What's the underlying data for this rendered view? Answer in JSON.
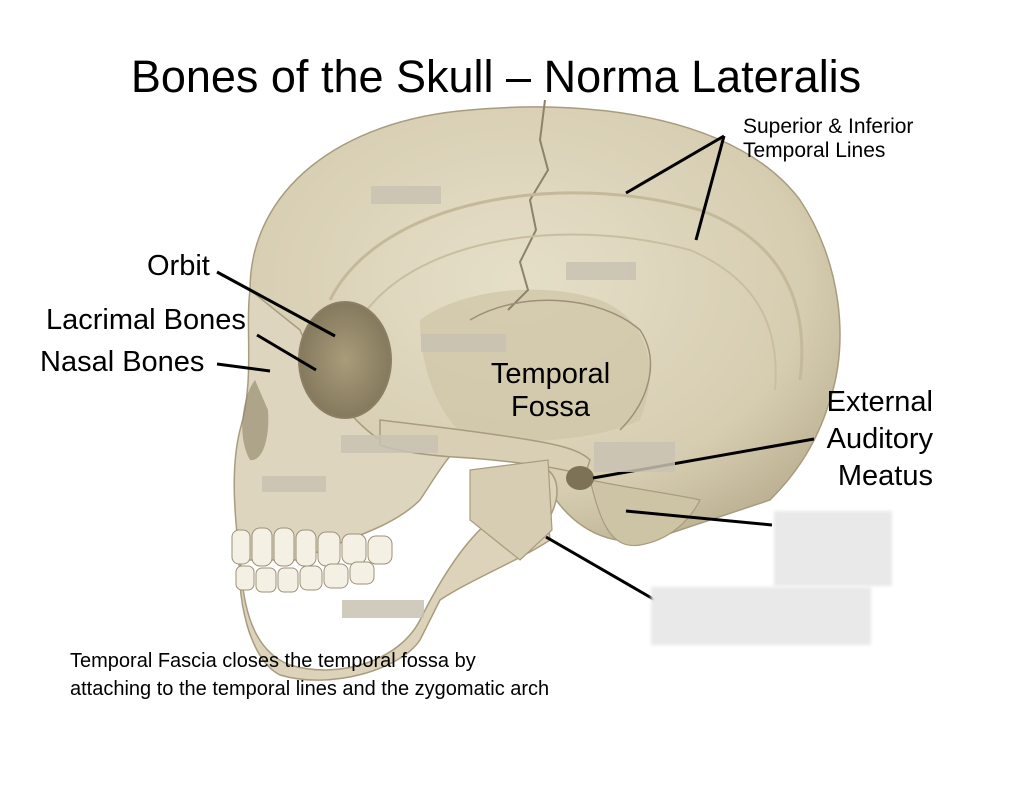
{
  "title": "Bones of the Skull – Norma Lateralis",
  "labels": {
    "temporal_lines_1": "Superior & Inferior",
    "temporal_lines_2": "Temporal Lines",
    "orbit": "Orbit",
    "lacrimal": "Lacrimal Bones",
    "nasal": "Nasal Bones",
    "temporal_fossa_1": "Temporal",
    "temporal_fossa_2": "Fossa",
    "eam_1": "External",
    "eam_2": "Auditory",
    "eam_3": "Meatus"
  },
  "note": {
    "line1": "Temporal Fascia closes the temporal fossa by",
    "line2": "attaching to the temporal lines and the zygomatic arch"
  },
  "colors": {
    "bone": "#d9d1b8",
    "bone_shade": "#b9ae91",
    "blank_label": "#c9c2b3",
    "leader_line": "#000000"
  }
}
